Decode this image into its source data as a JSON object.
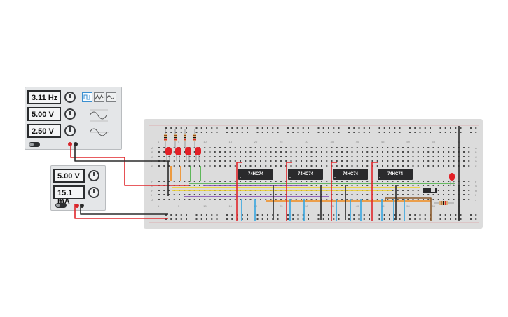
{
  "function_generator": {
    "frequency": "3.11 Hz",
    "amplitude": "5.00 V",
    "offset": "2.50 V",
    "waveforms": [
      "square-icon",
      "triangle-icon",
      "sine-icon"
    ],
    "active_waveform": "square"
  },
  "power_supply": {
    "voltage": "5.00 V",
    "current": "15.1 mA"
  },
  "chips": [
    "74HC74",
    "74HC74",
    "74HC74",
    "74HC74"
  ],
  "breadboard": {
    "row_letters_top": [
      "A",
      "B",
      "C",
      "D",
      "E"
    ],
    "row_letters_bottom": [
      "F",
      "G",
      "H",
      "I",
      "J"
    ],
    "column_numbers": [
      "1",
      "5",
      "10",
      "15",
      "20",
      "25",
      "30",
      "35",
      "40",
      "45",
      "50",
      "55",
      "60"
    ]
  },
  "colors": {
    "wire_red": "#e0262b",
    "wire_black": "#2b2b2b",
    "wire_orange": "#f08a1a",
    "wire_yellow": "#f2d21b",
    "wire_green": "#3fae3a",
    "wire_purple": "#7b3fb0",
    "wire_blue": "#35a4e0",
    "wire_brown": "#8b5a2b",
    "led_red": "#e21f26"
  }
}
